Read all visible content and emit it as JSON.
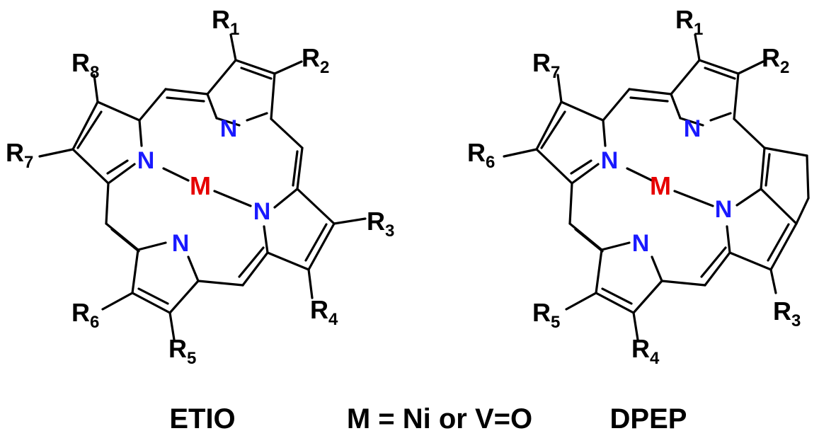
{
  "colors": {
    "nitrogen": "#1a1aff",
    "metal": "#e60000",
    "bond": "#000000"
  },
  "atoms": {
    "nitrogen": "N",
    "metal": "M"
  },
  "etio": {
    "substituents": [
      {
        "letter": "R",
        "index": "1"
      },
      {
        "letter": "R",
        "index": "2"
      },
      {
        "letter": "R",
        "index": "3"
      },
      {
        "letter": "R",
        "index": "4"
      },
      {
        "letter": "R",
        "index": "5"
      },
      {
        "letter": "R",
        "index": "6"
      },
      {
        "letter": "R",
        "index": "7"
      },
      {
        "letter": "R",
        "index": "8"
      }
    ]
  },
  "dpep": {
    "substituents": [
      {
        "letter": "R",
        "index": "1"
      },
      {
        "letter": "R",
        "index": "2"
      },
      {
        "letter": "R",
        "index": "3"
      },
      {
        "letter": "R",
        "index": "4"
      },
      {
        "letter": "R",
        "index": "5"
      },
      {
        "letter": "R",
        "index": "6"
      },
      {
        "letter": "R",
        "index": "7"
      }
    ]
  },
  "captions": {
    "left": "ETIO",
    "middle": "M = Ni or V=O",
    "right": "DPEP"
  }
}
